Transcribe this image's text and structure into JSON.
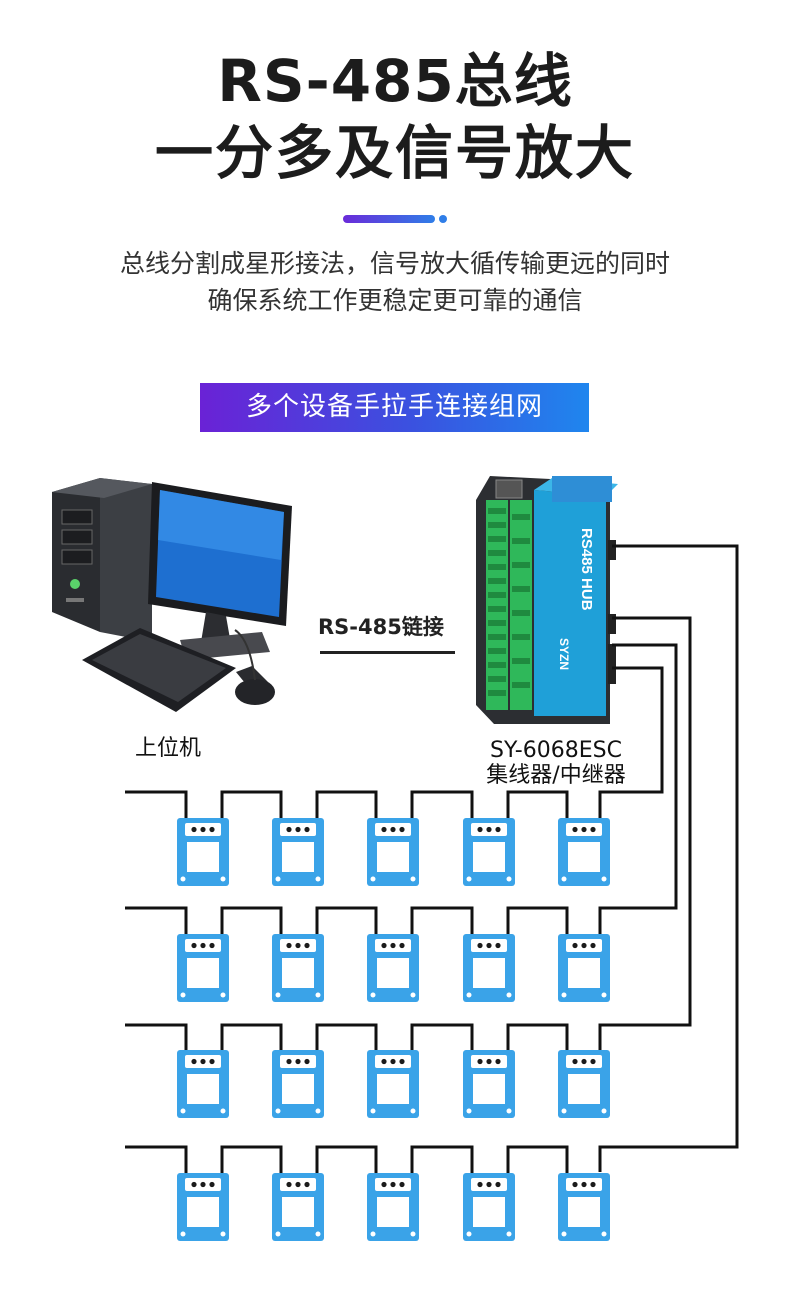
{
  "header": {
    "title_line1": "RS-485总线",
    "title_line2": "一分多及信号放大",
    "desc_line1": "总线分割成星形接法，信号放大循传输更远的同时",
    "desc_line2": "确保系统工作更稳定更可靠的通信"
  },
  "banner": {
    "text": "多个设备手拉手连接组网"
  },
  "diagram": {
    "link_label": "RS-485链接",
    "pc_label": "上位机",
    "hub_model": "SY-6068ESC",
    "hub_desc": "集线器/中继器",
    "hub_device_text": {
      "title": "RS485 HUB",
      "brand": "SYZN"
    },
    "rows": 4,
    "devices_per_row": 5
  },
  "colors": {
    "device_blue": "#3aa3e8",
    "hub_blue": "#1fa0d8",
    "banner_start": "#6a22d6",
    "banner_end": "#1f86ee",
    "wire": "#111111"
  }
}
